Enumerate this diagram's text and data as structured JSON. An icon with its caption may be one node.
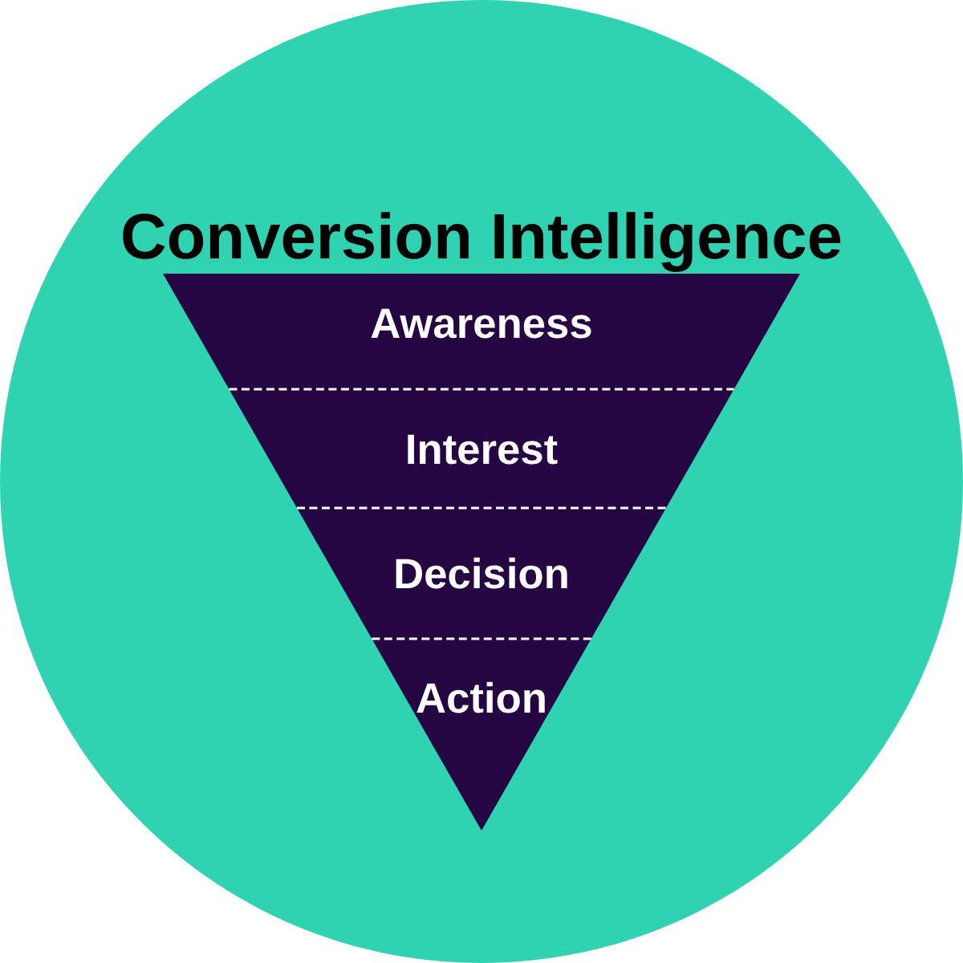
{
  "diagram": {
    "title": "Conversion Intelligence",
    "nodes": [
      {
        "text": [
          "Awareness"
        ]
      },
      {
        "text": [
          "Interest"
        ]
      },
      {
        "text": [
          "Decision"
        ]
      },
      {
        "text": [
          "Action"
        ]
      }
    ]
  }
}
